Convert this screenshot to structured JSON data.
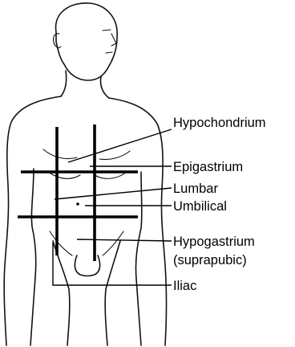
{
  "labels": {
    "hypochondrium": "Hypochondrium",
    "epigastrium": "Epigastrium",
    "lumbar": "Lumbar",
    "umbilical": "Umbilical",
    "hypogastrium": "Hypogastrium",
    "suprapubic": "(suprapubic)",
    "iliac": "Iliac"
  }
}
